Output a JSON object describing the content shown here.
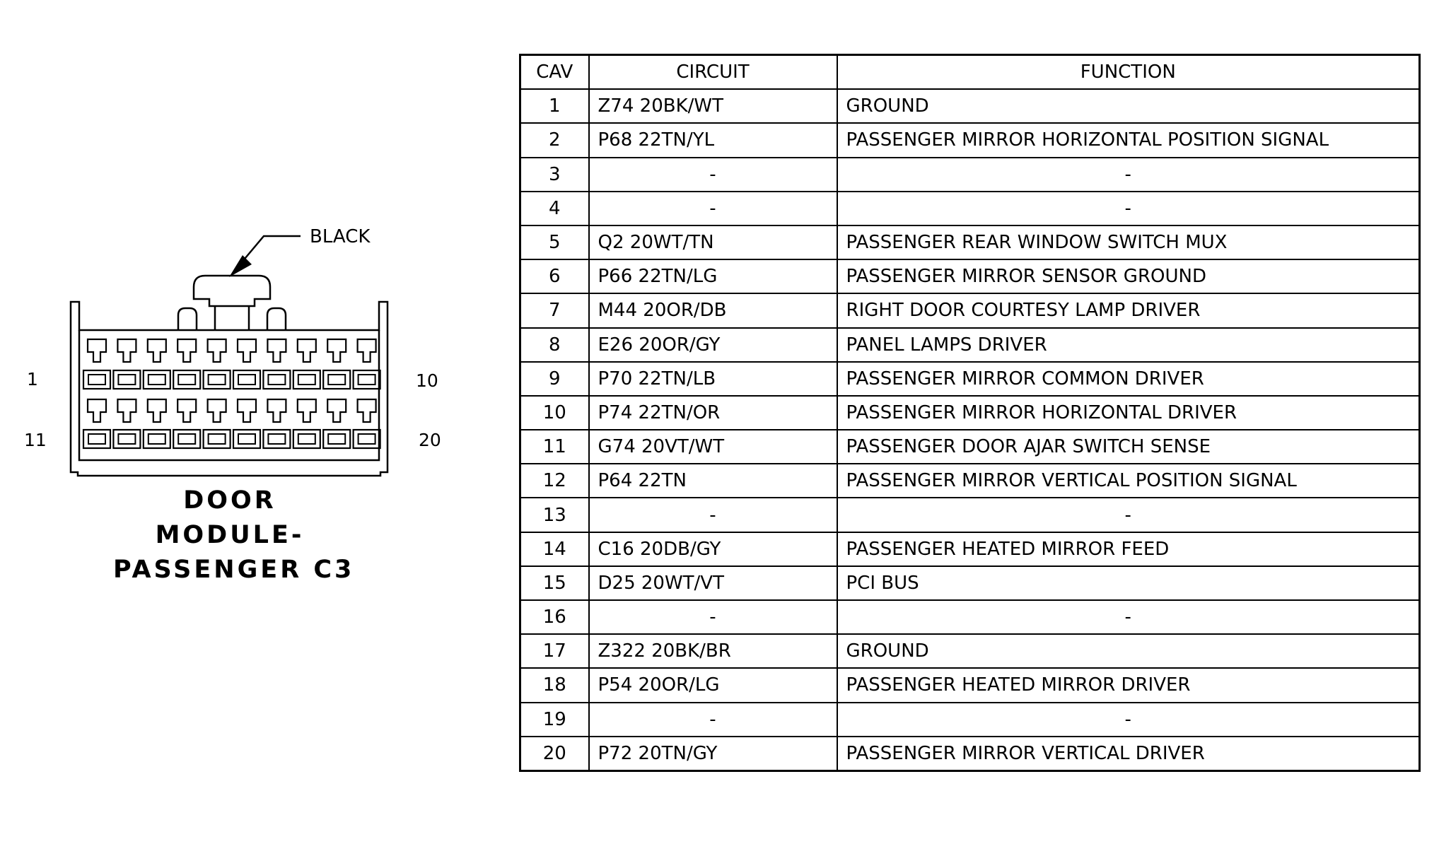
{
  "diagram": {
    "color_label": "BLACK",
    "pin_labels": {
      "top_left": "1",
      "top_right": "10",
      "bottom_left": "11",
      "bottom_right": "20"
    },
    "title_lines": [
      "DOOR",
      "MODULE-",
      "PASSENGER C3"
    ]
  },
  "table": {
    "headers": {
      "cav": "CAV",
      "circuit": "CIRCUIT",
      "function": "FUNCTION"
    },
    "rows": [
      {
        "cav": "1",
        "circuit": "Z74 20BK/WT",
        "function": "GROUND"
      },
      {
        "cav": "2",
        "circuit": "P68 22TN/YL",
        "function": "PASSENGER MIRROR HORIZONTAL POSITION SIGNAL"
      },
      {
        "cav": "3",
        "circuit": "-",
        "function": "-"
      },
      {
        "cav": "4",
        "circuit": "-",
        "function": "-"
      },
      {
        "cav": "5",
        "circuit": "Q2 20WT/TN",
        "function": "PASSENGER REAR WINDOW SWITCH MUX"
      },
      {
        "cav": "6",
        "circuit": "P66 22TN/LG",
        "function": "PASSENGER MIRROR SENSOR GROUND"
      },
      {
        "cav": "7",
        "circuit": "M44 20OR/DB",
        "function": "RIGHT DOOR COURTESY LAMP DRIVER"
      },
      {
        "cav": "8",
        "circuit": "E26 20OR/GY",
        "function": "PANEL LAMPS DRIVER"
      },
      {
        "cav": "9",
        "circuit": "P70 22TN/LB",
        "function": "PASSENGER MIRROR COMMON DRIVER"
      },
      {
        "cav": "10",
        "circuit": "P74 22TN/OR",
        "function": "PASSENGER MIRROR HORIZONTAL DRIVER"
      },
      {
        "cav": "11",
        "circuit": "G74 20VT/WT",
        "function": "PASSENGER DOOR AJAR SWITCH SENSE"
      },
      {
        "cav": "12",
        "circuit": "P64 22TN",
        "function": "PASSENGER MIRROR VERTICAL POSITION SIGNAL"
      },
      {
        "cav": "13",
        "circuit": "-",
        "function": "-"
      },
      {
        "cav": "14",
        "circuit": "C16 20DB/GY",
        "function": "PASSENGER HEATED MIRROR FEED"
      },
      {
        "cav": "15",
        "circuit": "D25 20WT/VT",
        "function": "PCI BUS"
      },
      {
        "cav": "16",
        "circuit": "-",
        "function": "-"
      },
      {
        "cav": "17",
        "circuit": "Z322 20BK/BR",
        "function": "GROUND"
      },
      {
        "cav": "18",
        "circuit": "P54 20OR/LG",
        "function": "PASSENGER HEATED MIRROR DRIVER"
      },
      {
        "cav": "19",
        "circuit": "-",
        "function": "-"
      },
      {
        "cav": "20",
        "circuit": "P72 20TN/GY",
        "function": "PASSENGER MIRROR VERTICAL DRIVER"
      }
    ]
  }
}
